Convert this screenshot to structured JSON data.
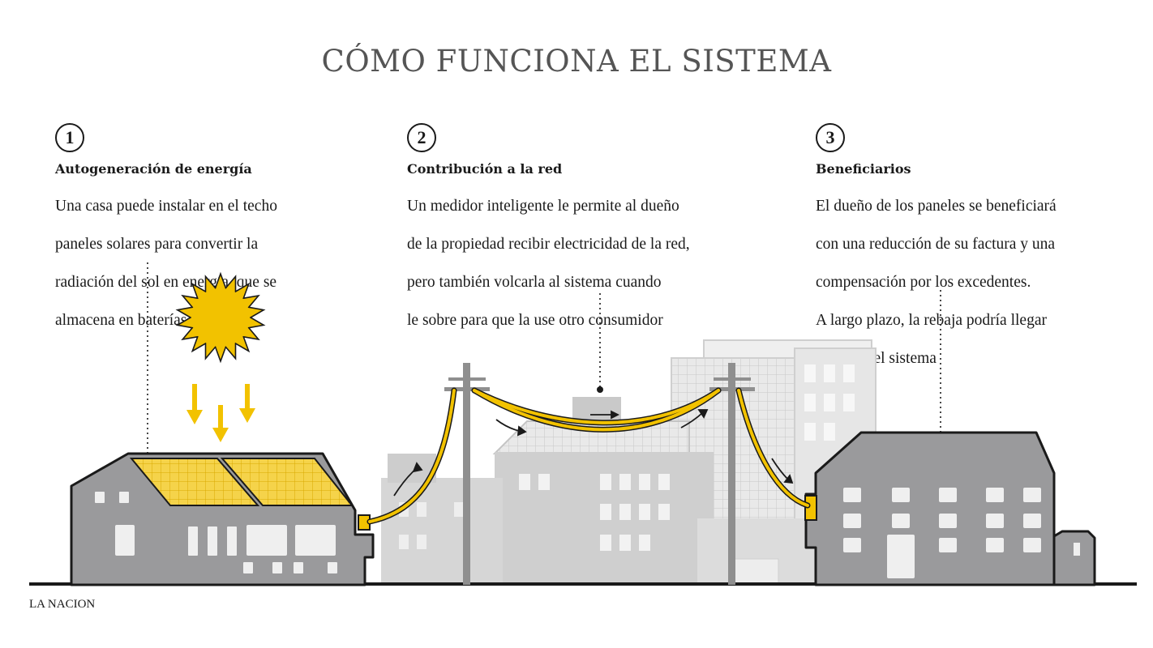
{
  "title": "CÓMO FUNCIONA EL SISTEMA",
  "steps": [
    {
      "number": "1",
      "heading": "Autogeneración de energía",
      "lines": [
        "Una casa puede instalar en el techo",
        "paneles solares para convertir la",
        "radiación del sol en energía, que se",
        "almacena en baterías"
      ]
    },
    {
      "number": "2",
      "heading": "Contribución a la red",
      "lines": [
        "Un medidor inteligente le permite al dueño",
        "de la propiedad recibir electricidad de la red,",
        "pero también volcarla al sistema cuando",
        "le sobre para que la use otro consumidor"
      ]
    },
    {
      "number": "3",
      "heading": "Beneficiarios",
      "lines": [
        "El dueño de los paneles se beneficiará",
        "con una reducción de su factura y una",
        "compensación por los excedentes.",
        "A largo plazo, la rebaja podría llegar",
        "al resto del sistema"
      ]
    }
  ],
  "credit": "LA NACION",
  "colors": {
    "accent_yellow": "#f2c200",
    "panel_yellow": "#f5d34a",
    "house_gray": "#9a9a9c",
    "building_gray": "#d4d4d4",
    "text": "#1a1a1a"
  }
}
